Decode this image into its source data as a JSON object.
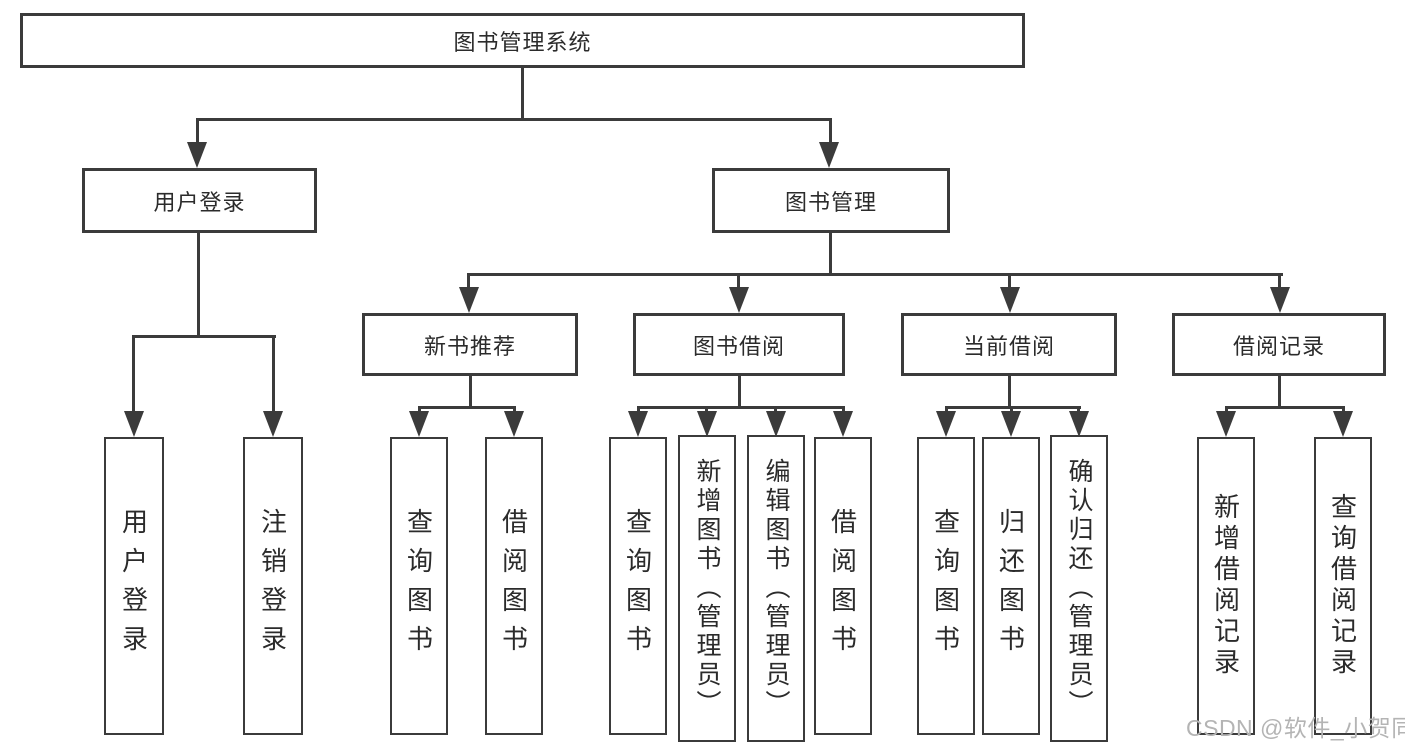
{
  "tree": {
    "root": "图书管理系统",
    "branches": [
      {
        "label": "用户登录",
        "children": [
          "用户登录",
          "注销登录"
        ]
      },
      {
        "label": "图书管理",
        "groups": [
          {
            "label": "新书推荐",
            "children": [
              "查询图书",
              "借阅图书"
            ]
          },
          {
            "label": "图书借阅",
            "children": [
              "查询图书",
              "新增图书（管理员）",
              "编辑图书（管理员）",
              "借阅图书"
            ]
          },
          {
            "label": "当前借阅",
            "children": [
              "查询图书",
              "归还图书",
              "确认归还（管理员）"
            ]
          },
          {
            "label": "借阅记录",
            "children": [
              "新增借阅记录",
              "查询借阅记录"
            ]
          }
        ]
      }
    ]
  },
  "watermark": "CSDN @软件_小贺同学",
  "colors": {
    "line": "#3b3b3b",
    "text": "#2b2b2b",
    "watermark": "#b4b4b4",
    "background": "#ffffff"
  }
}
